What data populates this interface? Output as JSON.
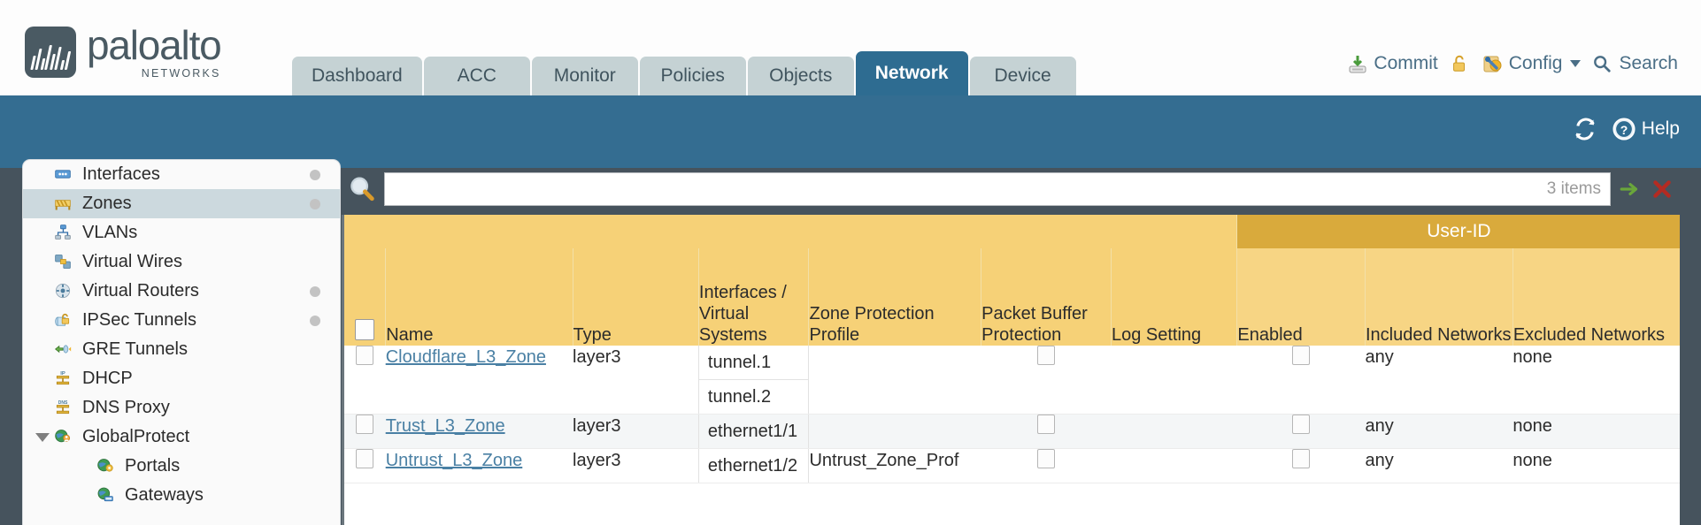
{
  "brand": {
    "name": "paloalto",
    "tagline": "NETWORKS"
  },
  "nav": {
    "tabs": [
      {
        "label": "Dashboard",
        "active": false
      },
      {
        "label": "ACC",
        "active": false
      },
      {
        "label": "Monitor",
        "active": false
      },
      {
        "label": "Policies",
        "active": false
      },
      {
        "label": "Objects",
        "active": false
      },
      {
        "label": "Network",
        "active": true
      },
      {
        "label": "Device",
        "active": false
      }
    ]
  },
  "top_actions": {
    "commit": "Commit",
    "lock": "",
    "config": "Config",
    "search": "Search"
  },
  "band": {
    "refresh": "",
    "help": "Help"
  },
  "sidebar": {
    "items": [
      {
        "label": "Interfaces",
        "icon": "interfaces-icon",
        "selected": false,
        "dot": true,
        "child": false,
        "caret": false
      },
      {
        "label": "Zones",
        "icon": "zones-icon",
        "selected": true,
        "dot": true,
        "child": false,
        "caret": false
      },
      {
        "label": "VLANs",
        "icon": "vlans-icon",
        "selected": false,
        "dot": false,
        "child": false,
        "caret": false
      },
      {
        "label": "Virtual Wires",
        "icon": "virtual-wires-icon",
        "selected": false,
        "dot": false,
        "child": false,
        "caret": false
      },
      {
        "label": "Virtual Routers",
        "icon": "virtual-routers-icon",
        "selected": false,
        "dot": true,
        "child": false,
        "caret": false
      },
      {
        "label": "IPSec Tunnels",
        "icon": "ipsec-tunnels-icon",
        "selected": false,
        "dot": true,
        "child": false,
        "caret": false
      },
      {
        "label": "GRE Tunnels",
        "icon": "gre-tunnels-icon",
        "selected": false,
        "dot": false,
        "child": false,
        "caret": false
      },
      {
        "label": "DHCP",
        "icon": "dhcp-icon",
        "selected": false,
        "dot": false,
        "child": false,
        "caret": false
      },
      {
        "label": "DNS Proxy",
        "icon": "dns-proxy-icon",
        "selected": false,
        "dot": false,
        "child": false,
        "caret": false
      },
      {
        "label": "GlobalProtect",
        "icon": "globalprotect-icon",
        "selected": false,
        "dot": false,
        "child": false,
        "caret": true
      },
      {
        "label": "Portals",
        "icon": "portals-icon",
        "selected": false,
        "dot": false,
        "child": true,
        "caret": false
      },
      {
        "label": "Gateways",
        "icon": "gateways-icon",
        "selected": false,
        "dot": false,
        "child": true,
        "caret": false
      }
    ]
  },
  "search": {
    "value": "",
    "placeholder": "",
    "items_count": "3 items"
  },
  "table": {
    "group_header": "User-ID",
    "columns": [
      "Name",
      "Type",
      "Interfaces / Virtual Systems",
      "Zone Protection Profile",
      "Packet Buffer Protection",
      "Log Setting",
      "Enabled",
      "Included Networks",
      "Excluded Networks"
    ],
    "rows": [
      {
        "selected": false,
        "name": "Cloudflare_L3_Zone",
        "type": "layer3",
        "interfaces": [
          "tunnel.1",
          "tunnel.2"
        ],
        "zone_protection_profile": "",
        "packet_buffer_protection": false,
        "log_setting": "",
        "userid_enabled": false,
        "included_networks": "any",
        "excluded_networks": "none"
      },
      {
        "selected": false,
        "name": "Trust_L3_Zone",
        "type": "layer3",
        "interfaces": [
          "ethernet1/1"
        ],
        "zone_protection_profile": "",
        "packet_buffer_protection": false,
        "log_setting": "",
        "userid_enabled": false,
        "included_networks": "any",
        "excluded_networks": "none"
      },
      {
        "selected": false,
        "name": "Untrust_L3_Zone",
        "type": "layer3",
        "interfaces": [
          "ethernet1/2"
        ],
        "zone_protection_profile": "Untrust_Zone_Prof",
        "packet_buffer_protection": false,
        "log_setting": "",
        "userid_enabled": false,
        "included_networks": "any",
        "excluded_networks": "none"
      }
    ]
  },
  "colors": {
    "brand_slate": "#4a5a63",
    "band_blue": "#346d91",
    "active_tab": "#2e6c91",
    "header_amber": "#f6d177",
    "group_amber": "#d9aa3c",
    "link_blue": "#4a80a4",
    "workarea": "#46535d"
  }
}
